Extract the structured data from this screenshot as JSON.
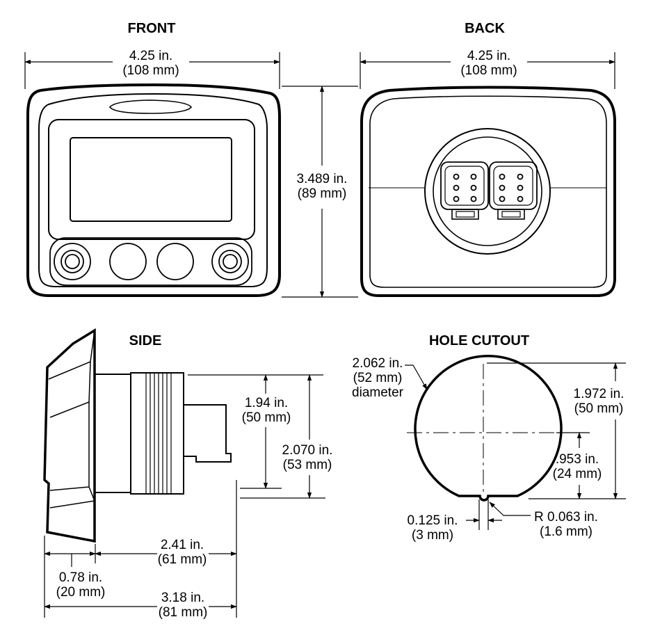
{
  "headings": {
    "front": "FRONT",
    "back": "BACK",
    "side": "SIDE",
    "hole_cutout": "HOLE CUTOUT"
  },
  "dimensions": {
    "front_width": {
      "in": "4.25 in.",
      "mm": "(108 mm)"
    },
    "back_width": {
      "in": "4.25 in.",
      "mm": "(108 mm)"
    },
    "height": {
      "in": "3.489 in.",
      "mm": "(89 mm)"
    },
    "side_body_height": {
      "in": "1.94 in.",
      "mm": "(50 mm)"
    },
    "side_total_height": {
      "in": "2.070 in.",
      "mm": "(53 mm)"
    },
    "side_body_depth": {
      "in": "2.41 in.",
      "mm": "(61 mm)"
    },
    "side_bezel_depth": {
      "in": "0.78 in.",
      "mm": "(20 mm)"
    },
    "side_total_depth": {
      "in": "3.18 in.",
      "mm": "(81 mm)"
    },
    "hole_diameter": {
      "in": "2.062 in.",
      "mm": "(52 mm)",
      "note": "diameter"
    },
    "hole_height": {
      "in": "1.972 in.",
      "mm": "(50 mm)"
    },
    "hole_center_to_flat": {
      "in": ".953 in.",
      "mm": "(24 mm)"
    },
    "notch_width": {
      "in": "0.125 in.",
      "mm": "(3 mm)"
    },
    "notch_radius": {
      "in": "R 0.063 in.",
      "mm": "(1.6 mm)"
    }
  }
}
